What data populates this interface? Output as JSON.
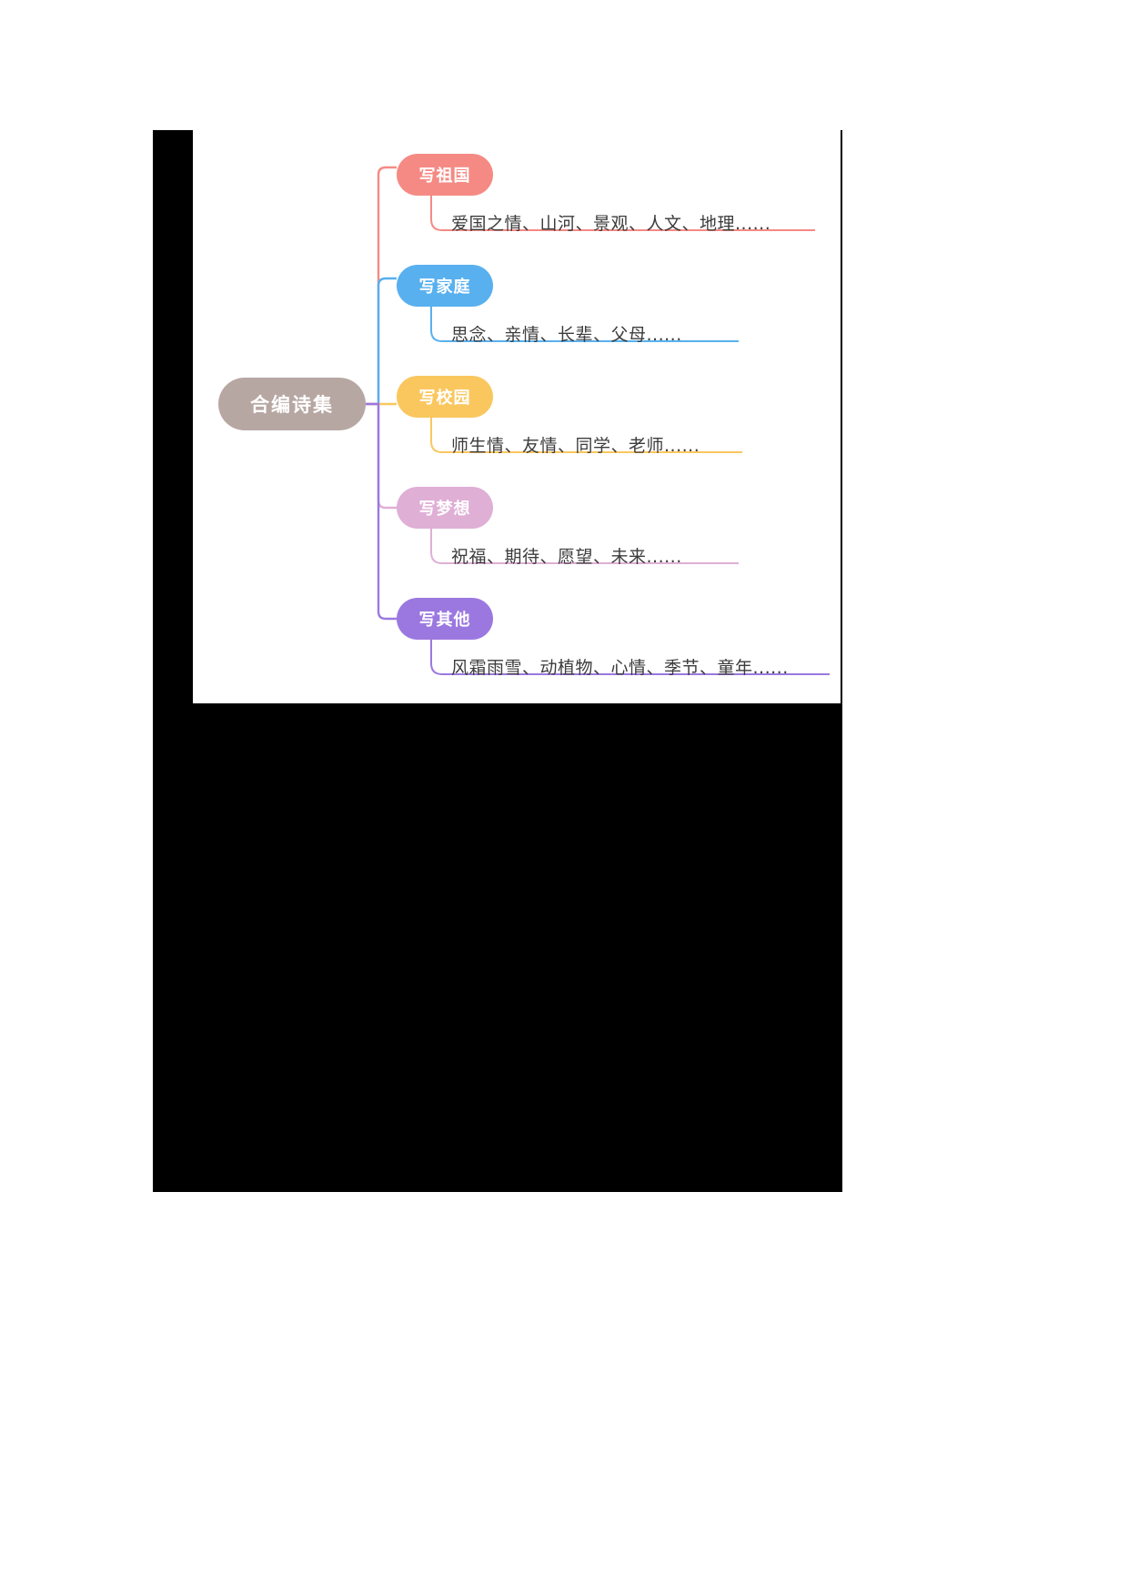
{
  "document": {
    "type": "mindmap",
    "background_color": "#000000",
    "canvas_color": "#ffffff"
  },
  "mindmap": {
    "root": {
      "label": "合编诗集",
      "color": "#b7a7a3"
    },
    "branches": [
      {
        "label": "写祖国",
        "color": "#f58a84",
        "detail": "爱国之情、山河、景观、人文、地理......"
      },
      {
        "label": "写家庭",
        "color": "#58b0ef",
        "detail": "思念、亲情、长辈、父母......"
      },
      {
        "label": "写校园",
        "color": "#fac75f",
        "detail": "师生情、友情、同学、老师......"
      },
      {
        "label": "写梦想",
        "color": "#dfafd6",
        "detail": "祝福、期待、愿望、未来......"
      },
      {
        "label": "写其他",
        "color": "#9b78e0",
        "detail": "风霜雨雪、动植物、心情、季节、童年......"
      }
    ]
  }
}
